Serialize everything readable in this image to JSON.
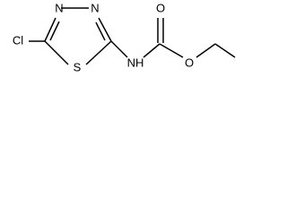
{
  "molecule": {
    "atoms": {
      "chlorine": "Cl",
      "sulfur": "S",
      "ring_nitrogen_left": "N",
      "ring_nitrogen_right": "N",
      "amide_nh": "NH",
      "carbonyl_oxygen": "O",
      "ester_oxygen": "O"
    }
  }
}
